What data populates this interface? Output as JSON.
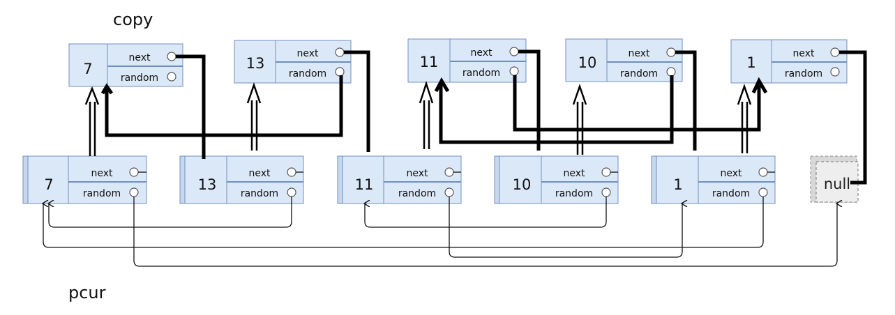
{
  "labels": {
    "copy": "copy",
    "pcur": "pcur"
  },
  "field_labels": {
    "next": "next",
    "random": "random"
  },
  "copy_nodes": [
    {
      "value": "7"
    },
    {
      "value": "13"
    },
    {
      "value": "11"
    },
    {
      "value": "10"
    },
    {
      "value": "1"
    }
  ],
  "original_nodes": [
    {
      "value": "7"
    },
    {
      "value": "13"
    },
    {
      "value": "11"
    },
    {
      "value": "10"
    },
    {
      "value": "1"
    }
  ],
  "null_label": "null"
}
